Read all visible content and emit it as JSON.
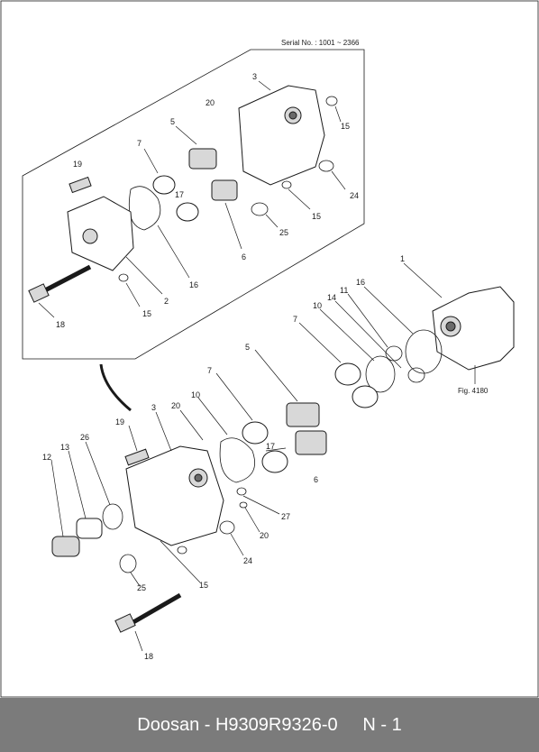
{
  "serial_note": "Serial No. : 1001 ~ 2366",
  "fig_ref": "Fig. 4180",
  "upper_labels": {
    "l3": "3",
    "l20": "20",
    "l15a": "15",
    "l5": "5",
    "l7": "7",
    "l19": "19",
    "l17": "17",
    "l24": "24",
    "l15b": "15",
    "l25": "25",
    "l6": "6",
    "l16": "16",
    "l2": "2",
    "l15c": "15",
    "l18": "18"
  },
  "lower_labels": {
    "l1": "1",
    "l16": "16",
    "l11": "11",
    "l14": "14",
    "l10a": "10",
    "l7a": "7",
    "l5": "5",
    "l7b": "7",
    "l10b": "10",
    "l20a": "20",
    "l3": "3",
    "l19": "19",
    "l17": "17",
    "l6": "6",
    "l26": "26",
    "l13": "13",
    "l12": "12",
    "l27": "27",
    "l20b": "20",
    "l24": "24",
    "l25": "25",
    "l15": "15",
    "l18": "18"
  },
  "footer": {
    "text": "Doosan - H9309R9326-0     N - 1"
  }
}
